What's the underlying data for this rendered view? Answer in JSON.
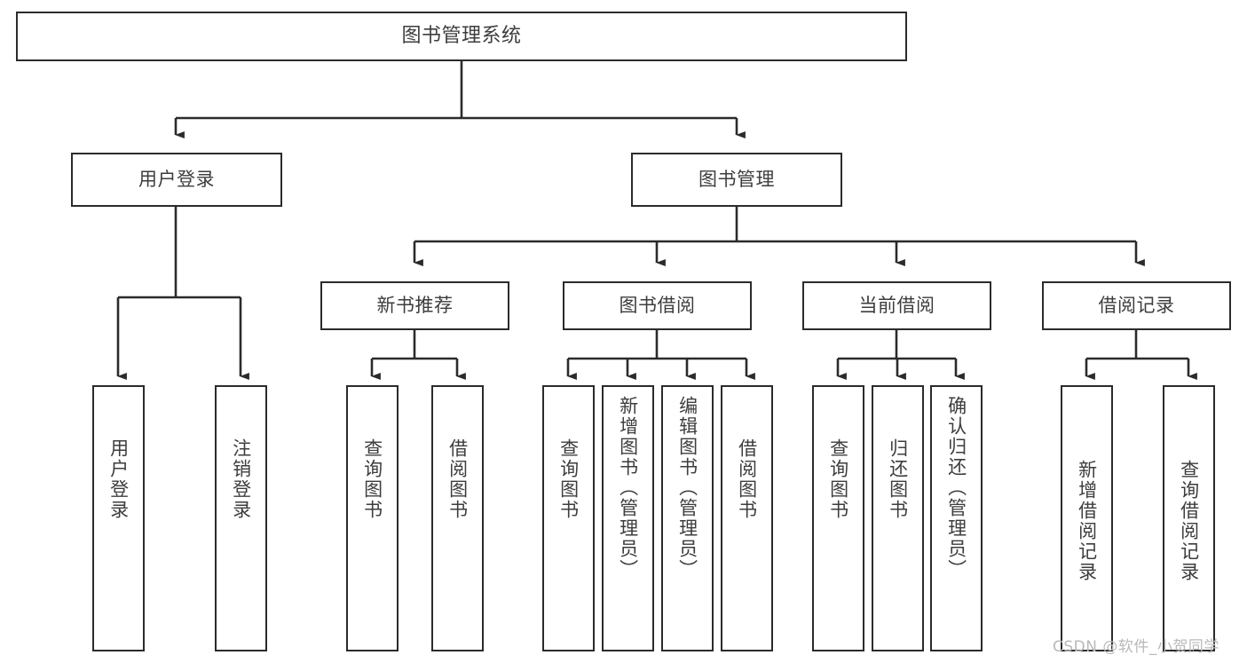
{
  "diagram": {
    "title": "图书管理系统",
    "type": "functional-structure-tree",
    "watermark": "CSDN @软件_小贺同学",
    "colors": {
      "box_border": "#2b2b2b",
      "box_fill": "#ffffff",
      "edge": "#2b2b2b",
      "text": "#3d3d3d",
      "watermark": "#b9b9b9"
    },
    "levels": {
      "root": {
        "label": "图书管理系统"
      },
      "level2": [
        {
          "id": "user-login",
          "label": "用户登录"
        },
        {
          "id": "book-management",
          "label": "图书管理"
        }
      ],
      "level3": [
        {
          "id": "new-book-recommend",
          "label": "新书推荐",
          "parent": "book-management"
        },
        {
          "id": "book-borrow",
          "label": "图书借阅",
          "parent": "book-management"
        },
        {
          "id": "current-borrow",
          "label": "当前借阅",
          "parent": "book-management"
        },
        {
          "id": "borrow-record",
          "label": "借阅记录",
          "parent": "book-management"
        }
      ],
      "leaves": [
        {
          "id": "leaf-user-login",
          "label": "用户登录",
          "parent": "user-login"
        },
        {
          "id": "leaf-logout-login",
          "label": "注销登录",
          "parent": "user-login"
        },
        {
          "id": "leaf-query-book-1",
          "label": "查询图书",
          "parent": "new-book-recommend"
        },
        {
          "id": "leaf-borrow-book-1",
          "label": "借阅图书",
          "parent": "new-book-recommend"
        },
        {
          "id": "leaf-query-book-2",
          "label": "查询图书",
          "parent": "book-borrow"
        },
        {
          "id": "leaf-add-book",
          "label": "新增图书（管理员）",
          "parent": "book-borrow"
        },
        {
          "id": "leaf-edit-book",
          "label": "编辑图书（管理员）",
          "parent": "book-borrow"
        },
        {
          "id": "leaf-borrow-book-2",
          "label": "借阅图书",
          "parent": "book-borrow"
        },
        {
          "id": "leaf-query-book-3",
          "label": "查询图书",
          "parent": "current-borrow"
        },
        {
          "id": "leaf-return-book",
          "label": "归还图书",
          "parent": "current-borrow"
        },
        {
          "id": "leaf-confirm-return",
          "label": "确认归还（管理员）",
          "parent": "current-borrow"
        },
        {
          "id": "leaf-add-record",
          "label": "新增借阅记录",
          "parent": "borrow-record"
        },
        {
          "id": "leaf-query-record",
          "label": "查询借阅记录",
          "parent": "borrow-record"
        }
      ]
    }
  }
}
